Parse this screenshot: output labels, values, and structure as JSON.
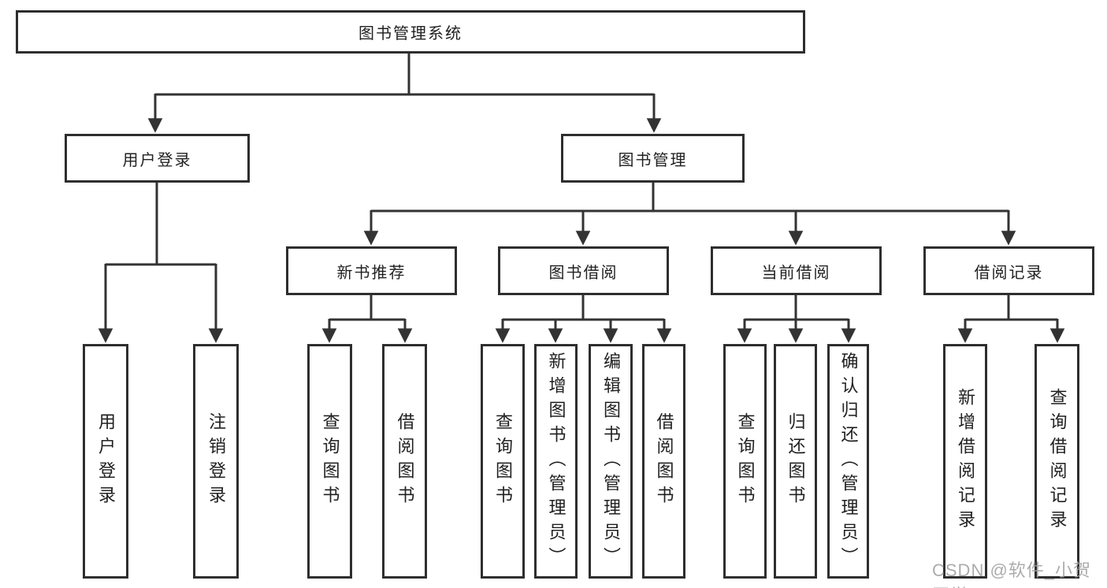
{
  "tree": {
    "root": "图书管理系统",
    "children": [
      {
        "label": "用户登录",
        "children": [
          "用户登录",
          "注销登录"
        ]
      },
      {
        "label": "图书管理",
        "children": [
          {
            "label": "新书推荐",
            "children": [
              "查询图书",
              "借阅图书"
            ]
          },
          {
            "label": "图书借阅",
            "children": [
              "查询图书",
              "新增图书（管理员）",
              "编辑图书（管理员）",
              "借阅图书"
            ]
          },
          {
            "label": "当前借阅",
            "children": [
              "查询图书",
              "归还图书",
              "确认归还（管理员）"
            ]
          },
          {
            "label": "借阅记录",
            "children": [
              "新增借阅记录",
              "查询借阅记录"
            ]
          }
        ]
      }
    ]
  },
  "watermark": "CSDN @软件_小贺同学",
  "colors": {
    "line": "#333333",
    "box_border": "#2e2e2e",
    "text": "#212121",
    "background": "#ffffff",
    "watermark": "#9e9e9e"
  }
}
